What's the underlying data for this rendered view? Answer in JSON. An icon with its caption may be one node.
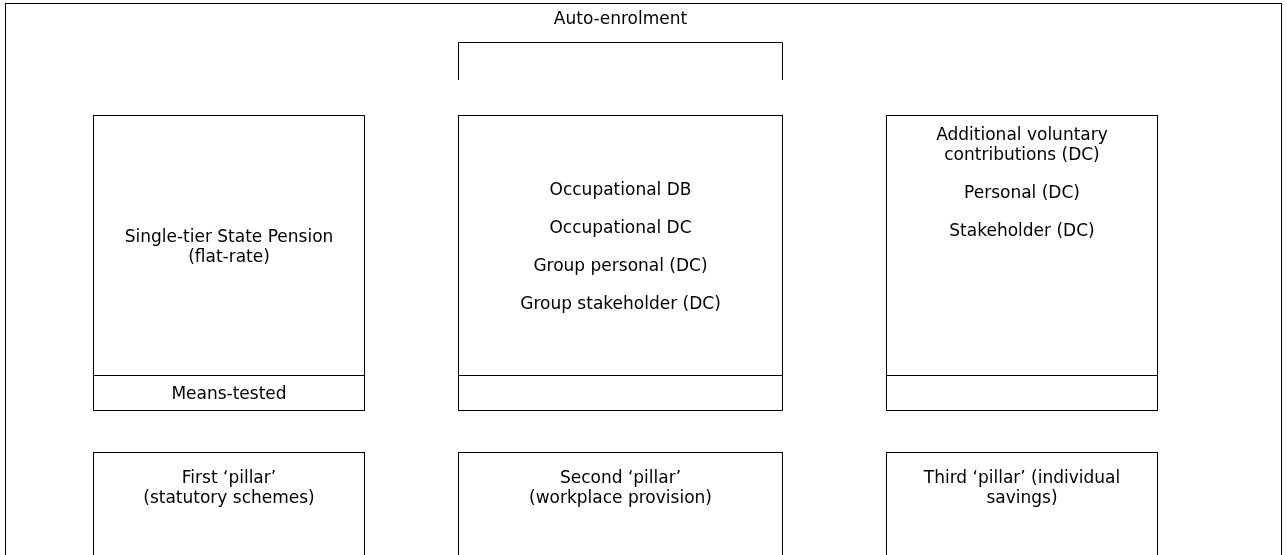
{
  "diagram": {
    "nodes": [
      {
        "text": [
          "Single-tier State Pension (flat-rate)"
        ]
      },
      {
        "text": [
          "Occupational DB",
          "Occupational DC",
          "Group personal (DC)",
          "Group stakeholder (DC)"
        ]
      },
      {
        "text": [
          "Additional voluntary contributions (DC)",
          "Personal (DC)",
          "Stakeholder (DC)"
        ]
      },
      {
        "text": [
          "Means-tested"
        ]
      },
      {
        "text": [],
        "shape": "box"
      },
      {
        "text": [],
        "shape": "box"
      },
      {
        "text": [
          "First ‘pillar’ (statutory schemes)"
        ]
      },
      {
        "text": [
          "Second ‘pillar’ (workplace provision)"
        ]
      },
      {
        "text": [
          "Third ‘pillar’ (individual savings)"
        ]
      }
    ],
    "labels": [
      "Auto-enrolment"
    ]
  }
}
